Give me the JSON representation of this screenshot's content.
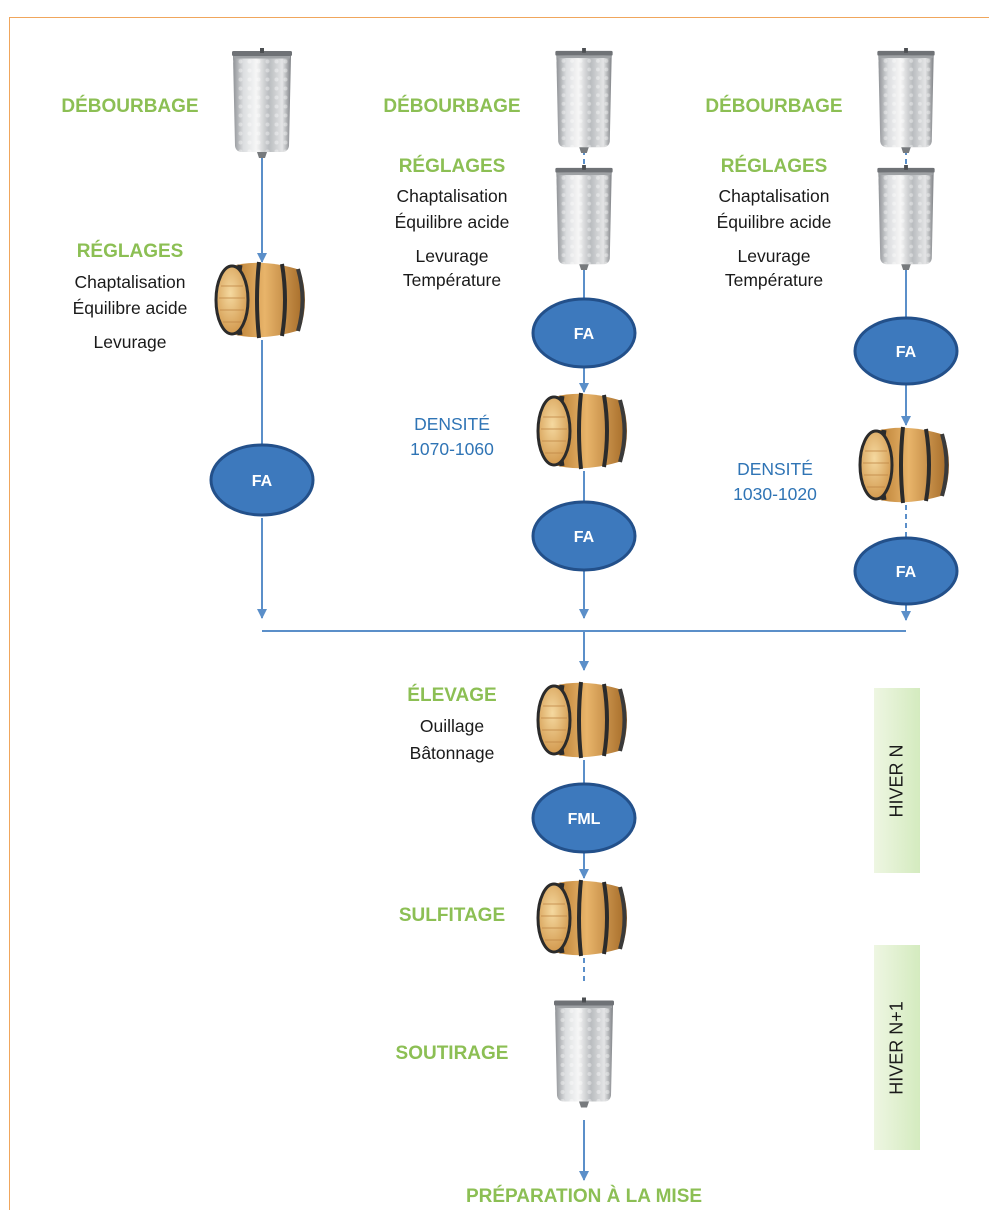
{
  "columns": [
    {
      "debourbage": "DÉBOURBAGE",
      "reglages_title": "RÉGLAGES",
      "reglages_items": [
        "Chaptalisation",
        "Équilibre acide",
        "Levurage"
      ],
      "fa": "FA"
    },
    {
      "debourbage": "DÉBOURBAGE",
      "reglages_title": "RÉGLAGES",
      "reglages_items": [
        "Chaptalisation",
        "Équilibre acide",
        "Levurage",
        "Température"
      ],
      "fa_1": "FA",
      "densite_title": "DENSITÉ",
      "densite_range": "1070-1060",
      "fa_2": "FA"
    },
    {
      "debourbage": "DÉBOURBAGE",
      "reglages_title": "RÉGLAGES",
      "reglages_items": [
        "Chaptalisation",
        "Équilibre acide",
        "Levurage",
        "Température"
      ],
      "fa_1": "FA",
      "densite_title": "DENSITÉ",
      "densite_range": "1030-1020",
      "fa_2": "FA"
    }
  ],
  "merge": {
    "elevage_title": "ÉLEVAGE",
    "elevage_items": [
      "Ouillage",
      "Bâtonnage"
    ],
    "fml": "FML",
    "sulfitage": "SULFITAGE",
    "soutirage": "SOUTIRAGE",
    "final": "PRÉPARATION À LA MISE"
  },
  "seasons": [
    "HIVER N",
    "HIVER N+1"
  ],
  "colors": {
    "green_text": "#8cbf54",
    "blue_text": "#2f74b5",
    "ellipse_fill": "#3d79bd",
    "ellipse_stroke": "#23508a",
    "arrow": "#5b8fc9",
    "frame": "#f0a65c",
    "season_band": "#d4ebbf"
  },
  "icons": [
    "stainless-steel-tank-icon",
    "oak-barrel-icon"
  ]
}
